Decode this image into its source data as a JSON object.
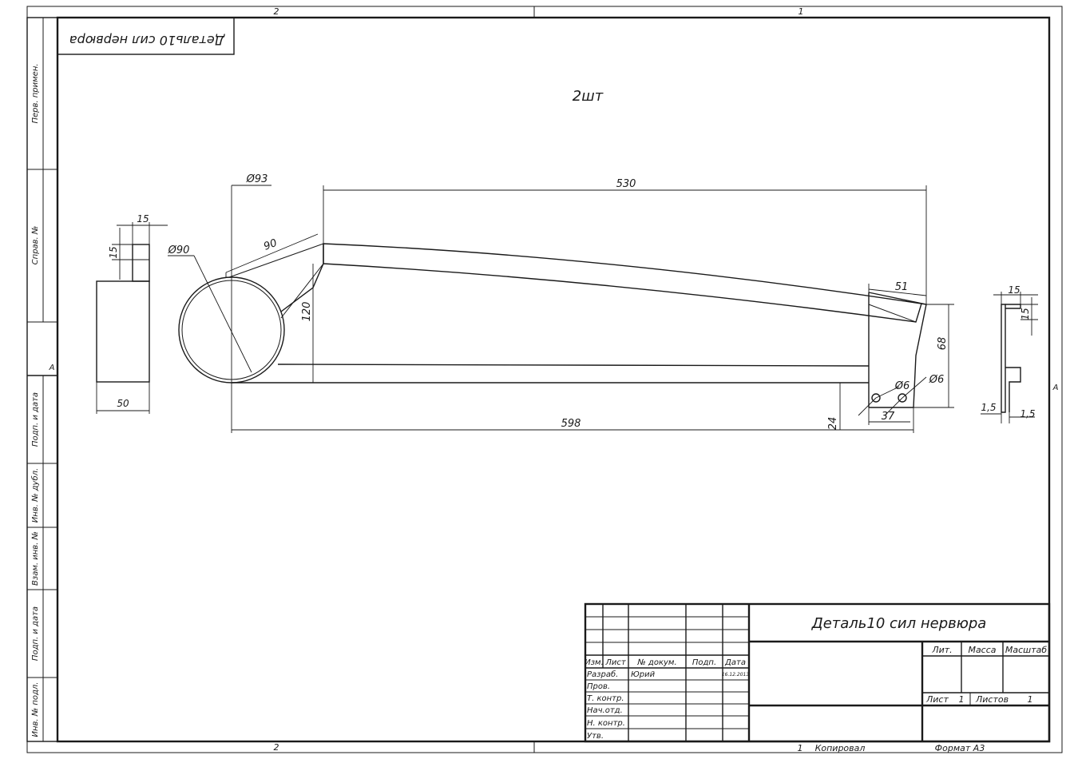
{
  "frame": {
    "zone_top_left": "2",
    "zone_top_right": "1",
    "zone_bottom_left": "2",
    "zone_side_left": "A",
    "zone_side_right": "A",
    "corner_stamp": "Деталь10 сил нервюра"
  },
  "side_column": [
    "Перв. примен.",
    "Справ. №",
    "Подп. и дата",
    "Инв. № дубл.",
    "Взам. инв. №",
    "Подп. и дата",
    "Инв. № подл."
  ],
  "drawing": {
    "quantity": "2шт",
    "dims": {
      "left_width": "50",
      "left_flange_w": "15",
      "left_flange_h": "15",
      "dia_93": "Ø93",
      "dia_90": "Ø90",
      "slope_90": "90",
      "height_120": "120",
      "length_530": "530",
      "length_598": "598",
      "tail_51": "51",
      "tail_68": "68",
      "dia_6a": "Ø6",
      "dia_6b": "Ø6",
      "spacing_37": "37",
      "offset_24": "24",
      "right_w15": "15",
      "right_h15": "15",
      "thick_left": "1,5",
      "thick_right": "1,5"
    }
  },
  "title_block": {
    "name": "Деталь10 сил нервюра",
    "headers": [
      "Изм.",
      "Лист",
      "№ докум.",
      "Подп.",
      "Дата"
    ],
    "rows": [
      {
        "label": "Разраб.",
        "name": "Юрий",
        "date": "16.12.2013"
      },
      {
        "label": "Пров.",
        "name": "",
        "date": ""
      },
      {
        "label": "Т. контр.",
        "name": "",
        "date": ""
      },
      {
        "label": "Нач.отд.",
        "name": "",
        "date": ""
      },
      {
        "label": "Н. контр.",
        "name": "",
        "date": ""
      },
      {
        "label": "Утв.",
        "name": "",
        "date": ""
      }
    ],
    "lit_label": "Лит.",
    "mass_label": "Масса",
    "scale_label": "Масштаб",
    "sheet_label": "Лист",
    "sheet_value": "1",
    "sheets_label": "Листов",
    "sheets_value": "1"
  },
  "footer": {
    "number": "1",
    "copied": "Копировал",
    "format": "Формат А3"
  }
}
